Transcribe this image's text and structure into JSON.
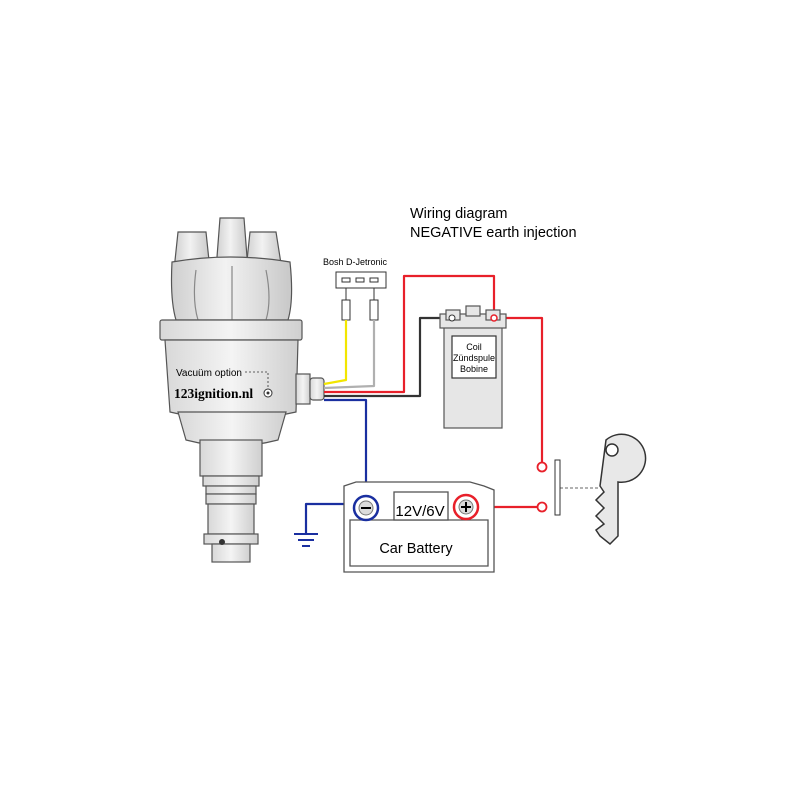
{
  "title": {
    "line1": "Wiring diagram",
    "line2": "NEGATIVE earth injection"
  },
  "connector": {
    "label": "Bosh D-Jetronic"
  },
  "distributor": {
    "vacuum_label": "Vacuüm option",
    "brand": "123ignition.nl"
  },
  "coil": {
    "line1": "Coil",
    "line2": "Zündspule",
    "line3": "Bobine"
  },
  "battery": {
    "voltage": "12V/6V",
    "name": "Car Battery"
  },
  "icons": [
    "ground-icon",
    "key-icon",
    "plus-icon",
    "minus-icon"
  ],
  "colors": {
    "wire_red": "#e8202a",
    "wire_blue": "#1a2fa0",
    "wire_black": "#333333",
    "wire_yellow": "#f2e600",
    "wire_grey": "#b0b0b0",
    "outline": "#555555",
    "fill": "#e6e6e6"
  }
}
